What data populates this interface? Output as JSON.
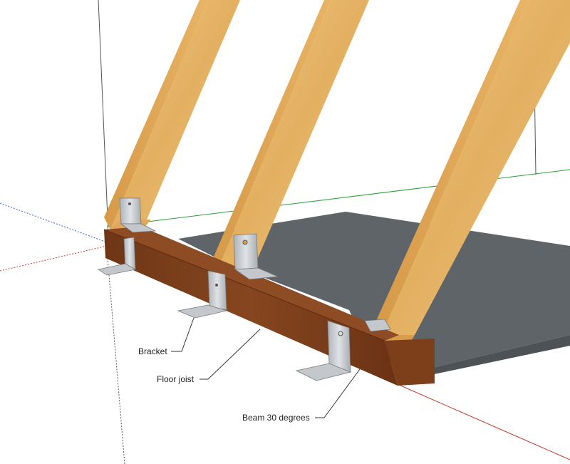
{
  "labels": {
    "bracket": "Bracket",
    "floor_joist": "Floor joist",
    "beam": "Beam 30 degrees"
  },
  "colors": {
    "background": "#ffffff",
    "wood_light": "#e8b86a",
    "wood_side": "#d9a04e",
    "joist_front": "#7a3f1c",
    "joist_top": "#8e4c24",
    "floor": "#5f6468",
    "steel": "#c8ccd0",
    "axis_green": "#2e9e3a",
    "axis_red": "#c0392b",
    "axis_blue": "#3a5fcf",
    "leader": "#333333"
  }
}
